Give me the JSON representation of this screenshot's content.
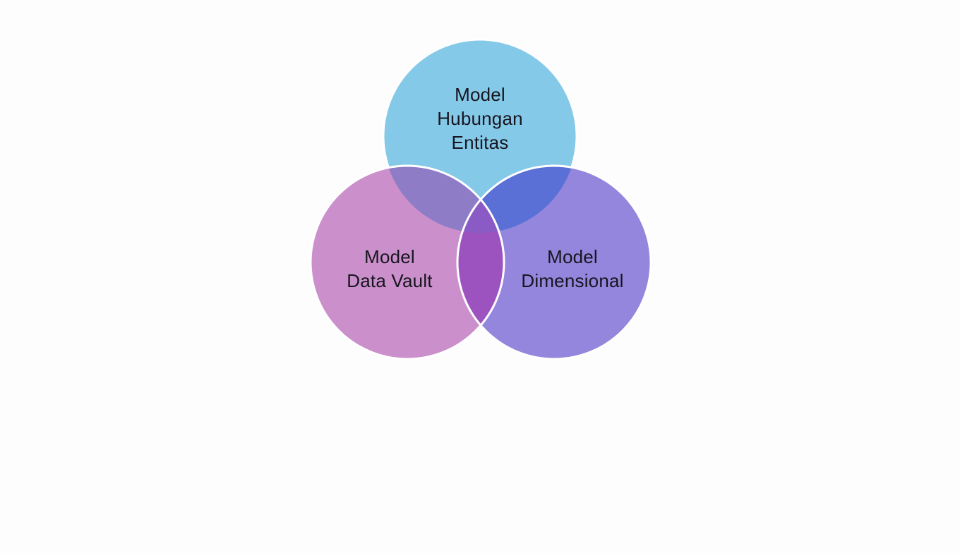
{
  "page": {
    "background_color": "#fefdfd",
    "type": "venn-diagram"
  },
  "venn": {
    "stroke_color": "#ffffff",
    "text_color": "#17151f",
    "circles": [
      {
        "id": "top",
        "label": "Model Hubungan Entitas",
        "label_lines": [
          "Model",
          "Hubungan",
          "Entitas"
        ],
        "fill": "#85C9E8"
      },
      {
        "id": "bottom-left",
        "label": "Model Data Vault",
        "label_lines": [
          "Model",
          "Data Vault"
        ],
        "fill": "#CB90CB"
      },
      {
        "id": "bottom-right",
        "label": "Model Dimensional",
        "label_lines": [
          "Model",
          "Dimensional"
        ],
        "fill": "#9486DC"
      }
    ],
    "overlaps": {
      "top_left": "#8E7CC6",
      "top_right": "#5A70D6",
      "left_right": "#9D53BF",
      "center": "#8A5BC4"
    }
  }
}
